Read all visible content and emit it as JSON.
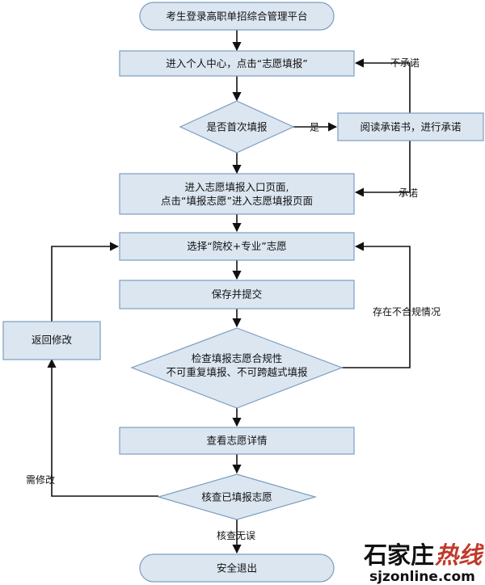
{
  "nodes": {
    "start": "考生登录高职单招综合管理平台",
    "personal_center_line1": "进入个人中心，点击“志愿填报”",
    "first_time": "是否首次填报",
    "read_commitment": "阅读承诺书，进行承诺",
    "entry_page_line1": "进入志愿填报入口页面,",
    "entry_page_line2": "点击“填报志愿”进入志愿填报页面",
    "select_choice": "选择“院校+专业”志愿",
    "save_submit": "保存并提交",
    "check_line1": "检查填报志愿合规性",
    "check_line2": "不可重复填报、不可跨越式填报",
    "go_back_edit": "返回修改",
    "view_detail": "查看志愿详情",
    "verify": "核查已填报志愿",
    "exit": "安全退出"
  },
  "edges": {
    "not_commit": "不承诺",
    "yes": "是",
    "commit": "承诺",
    "noncompliant": "存在不合规情况",
    "need_edit": "需修改",
    "verified_ok": "核查无误"
  },
  "watermark": {
    "name_part1": "石家庄",
    "name_part2": "热线",
    "url": "sjzonline.com"
  },
  "colors": {
    "box_fill": "#dbe6f1",
    "box_stroke": "#7d9cc0",
    "arrow": "#111111"
  }
}
